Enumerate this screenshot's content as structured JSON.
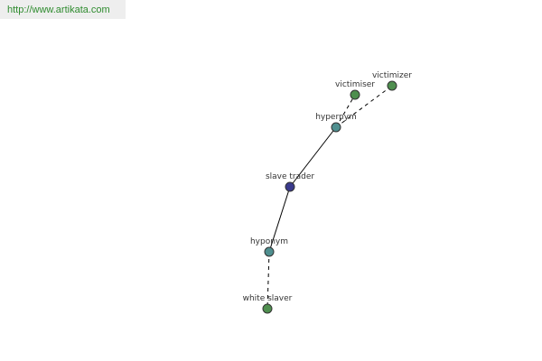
{
  "site": {
    "url": "http://www.artikata.com"
  },
  "colors": {
    "term": "#3a3a8c",
    "relation": "#4f8f8f",
    "word": "#4f8f4f",
    "url_text": "#2e8b2e"
  },
  "graph": {
    "nodes": [
      {
        "id": "victimiser",
        "label": "victimiser",
        "kind": "word"
      },
      {
        "id": "victimizer",
        "label": "victimizer",
        "kind": "word"
      },
      {
        "id": "hypernym",
        "label": "hypernym",
        "kind": "relation"
      },
      {
        "id": "slave-trader",
        "label": "slave trader",
        "kind": "term"
      },
      {
        "id": "hyponym",
        "label": "hyponym",
        "kind": "relation"
      },
      {
        "id": "white-slaver",
        "label": "white slaver",
        "kind": "word"
      }
    ],
    "edges": [
      {
        "from": "slave-trader",
        "to": "hypernym",
        "style": "solid"
      },
      {
        "from": "slave-trader",
        "to": "hyponym",
        "style": "solid"
      },
      {
        "from": "hypernym",
        "to": "victimiser",
        "style": "dashed"
      },
      {
        "from": "hypernym",
        "to": "victimizer",
        "style": "dashed"
      },
      {
        "from": "hyponym",
        "to": "white-slaver",
        "style": "dashed"
      }
    ]
  }
}
